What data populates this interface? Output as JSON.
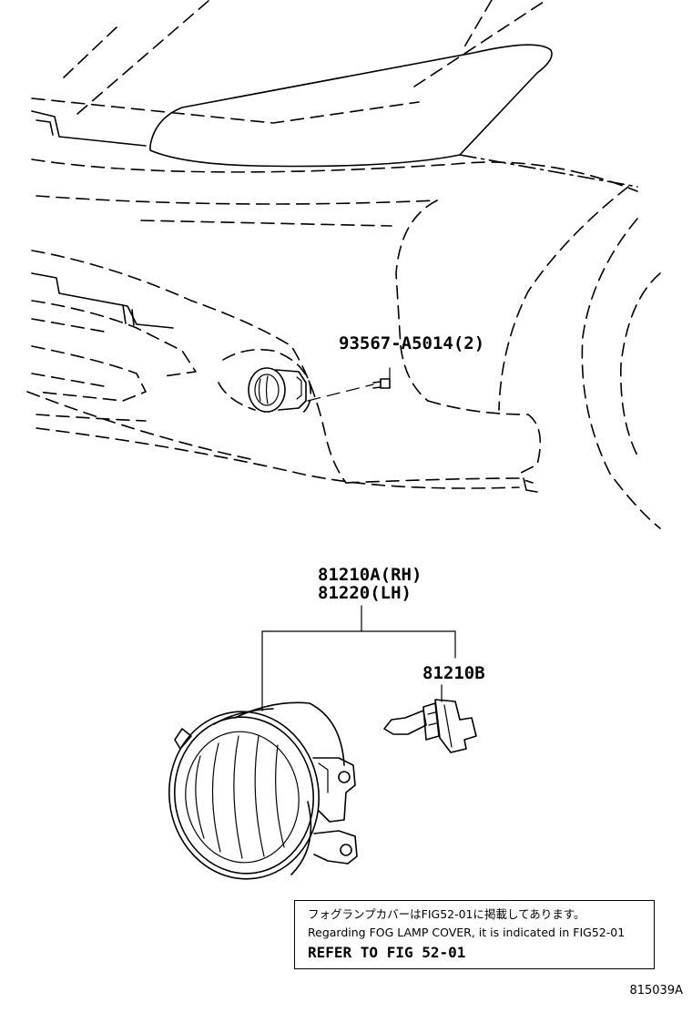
{
  "parts": {
    "bolt": "93567-A5014(2)",
    "lamp_rh": "81210A(RH)",
    "lamp_lh": "81220(LH)",
    "bulb": "81210B"
  },
  "note": {
    "japanese": "フォグランプカバーはFIG52-01に掲載してあります。",
    "english": "Regarding FOG LAMP COVER, it is indicated in FIG52-01",
    "refer": "REFER TO FIG 52-01"
  },
  "illustration_code": "815039A"
}
